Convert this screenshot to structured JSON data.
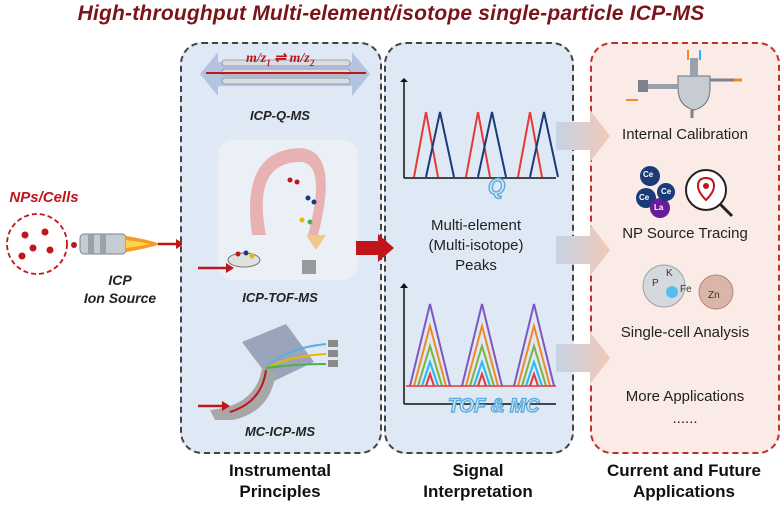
{
  "title": "High-throughput Multi-element/isotope single-particle ICP-MS",
  "left": {
    "nps_label": "NPs/Cells",
    "icp_label_line1": "ICP",
    "icp_label_line2": "Ion Source"
  },
  "instrumental": {
    "q_formula_m1": "m/z",
    "q_formula_sub1": "1",
    "q_formula_arrow": "⇌",
    "q_formula_m2": "m/z",
    "q_formula_sub2": "2",
    "q_label": "ICP-Q-MS",
    "tof_label": "ICP-TOF-MS",
    "mc_label": "MC-ICP-MS",
    "bottom_line1": "Instrumental",
    "bottom_line2": "Principles"
  },
  "signal": {
    "q_tag": "Q",
    "center_line1": "Multi-element",
    "center_line2": "(Multi-isotope)",
    "center_line3": "Peaks",
    "tof_tag": "TOF & MC",
    "bottom_line1": "Signal",
    "bottom_line2": "Interpretation"
  },
  "applications": {
    "items": [
      "Internal Calibration",
      "NP Source Tracing",
      "Single-cell Analysis",
      "More Applications"
    ],
    "ellipsis": "......",
    "ce_labels": [
      "Ce",
      "Ce",
      "La",
      "Ce"
    ],
    "cell_labels": [
      "P",
      "K",
      "Fe",
      "Zn"
    ],
    "bottom_line1": "Current and Future",
    "bottom_line2": "Applications"
  },
  "colors": {
    "title": "#7a1418",
    "red_arrow": "#c0151b",
    "panel_blue": "#dfe9f5",
    "panel_pink": "#fbebe6",
    "peak_red": "#e53935",
    "peak_blue": "#1a3a7a",
    "tag_blue": "#5aaee0"
  }
}
